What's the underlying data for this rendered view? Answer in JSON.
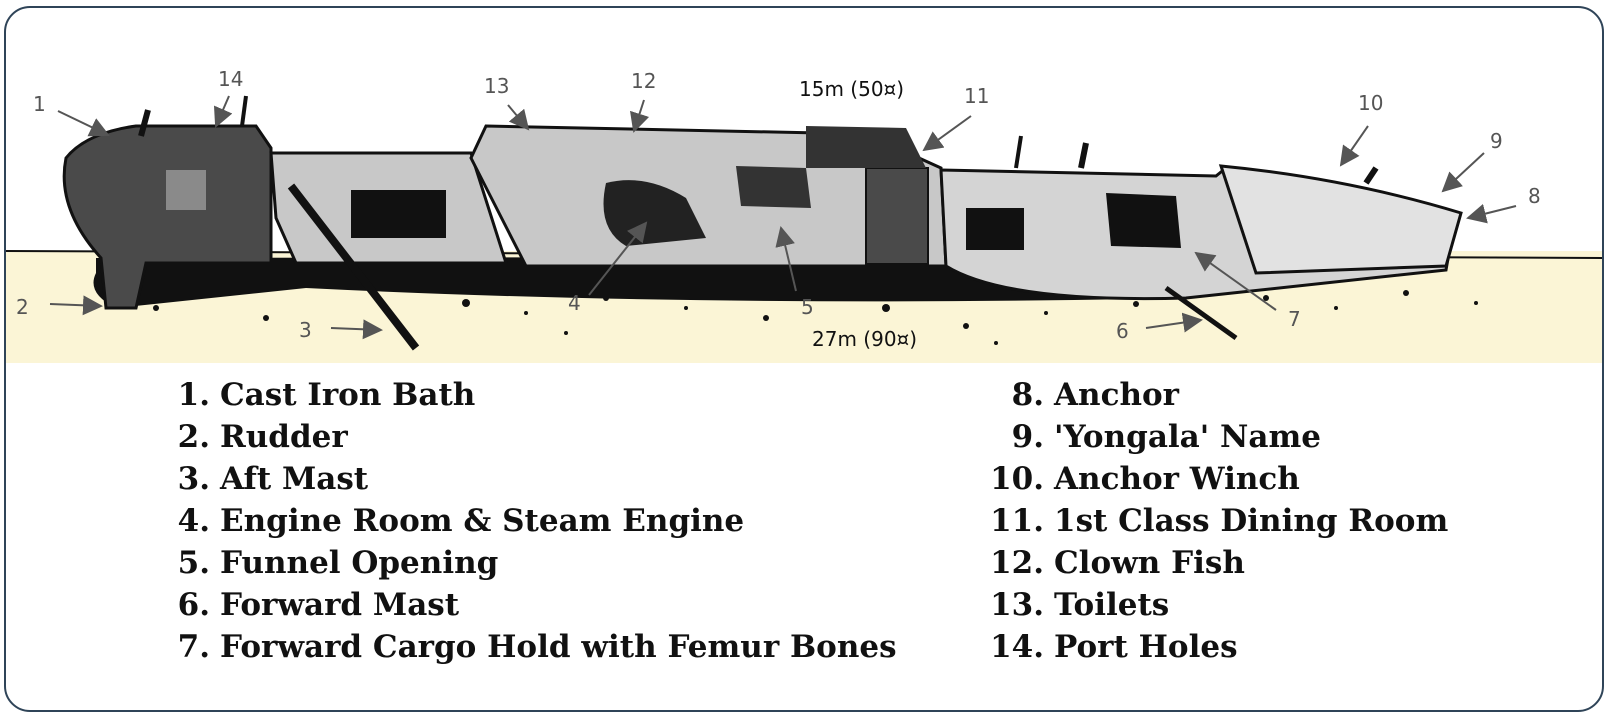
{
  "depth_top": "15m (50¤)",
  "depth_bottom": "27m (90¤)",
  "callouts": [
    "1",
    "2",
    "3",
    "4",
    "5",
    "6",
    "7",
    "8",
    "9",
    "10",
    "11",
    "12",
    "13",
    "14"
  ],
  "legend_left": [
    {
      "num": "1.",
      "label": "Cast Iron Bath"
    },
    {
      "num": "2.",
      "label": "Rudder"
    },
    {
      "num": "3.",
      "label": "Aft Mast"
    },
    {
      "num": "4.",
      "label": "Engine Room & Steam Engine"
    },
    {
      "num": "5.",
      "label": "Funnel Opening"
    },
    {
      "num": "6.",
      "label": "Forward Mast"
    },
    {
      "num": "7.",
      "label": "Forward Cargo Hold with Femur Bones"
    }
  ],
  "legend_right": [
    {
      "num": "8.",
      "label": "Anchor"
    },
    {
      "num": "9.",
      "label": "'Yongala' Name"
    },
    {
      "num": "10.",
      "label": "Anchor Winch"
    },
    {
      "num": "11.",
      "label": "1st Class Dining Room"
    },
    {
      "num": "12.",
      "label": "Clown Fish"
    },
    {
      "num": "13.",
      "label": "Toilets"
    },
    {
      "num": "14.",
      "label": "Port Holes"
    }
  ],
  "colors": {
    "frame": "#2f4458",
    "sand": "#fbf5d6",
    "hull_light": "#c8c8c8",
    "hull_dark": "#4a4a4a",
    "callout": "#555555"
  }
}
